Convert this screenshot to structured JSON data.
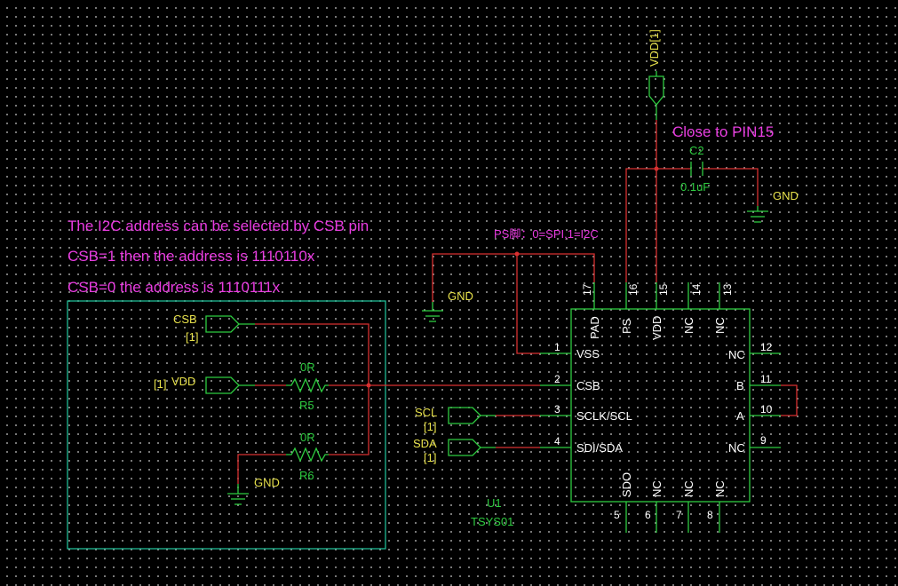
{
  "notes": {
    "i2c_line1": "The I2C address can be selected by CSB pin",
    "i2c_line2": "CSB=1 then the address is 1110110x",
    "i2c_line3": "CSB=0 the address is 1110111x",
    "ps_note": "PS脚：0=SPI,1=I2C",
    "close_to": "Close to PIN15"
  },
  "ports": {
    "vdd_top": "VDD[1]",
    "csb_name": "CSB",
    "csb_sheet": "[1]",
    "vdd_left_sheet": "[1]",
    "vdd_left_name": "VDD",
    "scl_name": "SCL",
    "scl_sheet": "[1]",
    "sda_name": "SDA",
    "sda_sheet": "[1]"
  },
  "grounds": {
    "gnd1": "GND",
    "gnd2": "GND",
    "gnd3": "GND"
  },
  "components": {
    "c2_ref": "C2",
    "c2_value": "0.1uF",
    "r5_value": "0R",
    "r5_ref": "R5",
    "r6_value": "0R",
    "r6_ref": "R6",
    "u1_ref": "U1",
    "u1_part": "TSYS01"
  },
  "ic_pins": {
    "p1": "1",
    "p2": "2",
    "p3": "3",
    "p4": "4",
    "p5": "5",
    "p6": "6",
    "p7": "7",
    "p8": "8",
    "p9": "9",
    "p10": "10",
    "p11": "11",
    "p12": "12",
    "p13": "13",
    "p14": "14",
    "p15": "15",
    "p16": "16",
    "p17": "17",
    "vss": "VSS",
    "csb": "CSB",
    "sclk": "SCLK/SCL",
    "sdi": "SDI/SDA",
    "nc12": "NC",
    "b": "B",
    "a": "A",
    "nc9": "NC",
    "pad": "PAD",
    "ps": "PS",
    "vdd": "VDD",
    "nc14": "NC",
    "nc13": "NC",
    "sdo": "SDO",
    "nc6": "NC",
    "nc7": "NC",
    "nc8": "NC"
  }
}
